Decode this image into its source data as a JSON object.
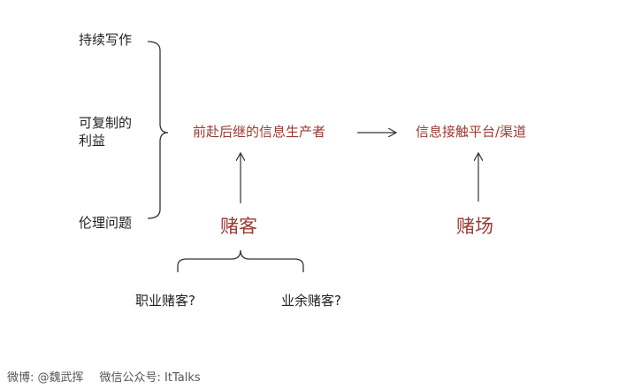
{
  "factors": {
    "f1": "持续写作",
    "f2_line1": "可复制的",
    "f2_line2": "利益",
    "f3": "伦理问题"
  },
  "nodes": {
    "producer": "前赴后继的信息生产者",
    "platform": "信息接触平台/渠道",
    "gambler": "赌客",
    "casino": "赌场"
  },
  "subtypes": {
    "professional": "职业赌客?",
    "amateur": "业余赌客?"
  },
  "footer": {
    "weibo": "微博: @魏武挥",
    "wechat": "微信公众号: ItTalks"
  },
  "colors": {
    "accent": "#9a3b32",
    "text": "#1f1f1f",
    "line": "#333333"
  }
}
